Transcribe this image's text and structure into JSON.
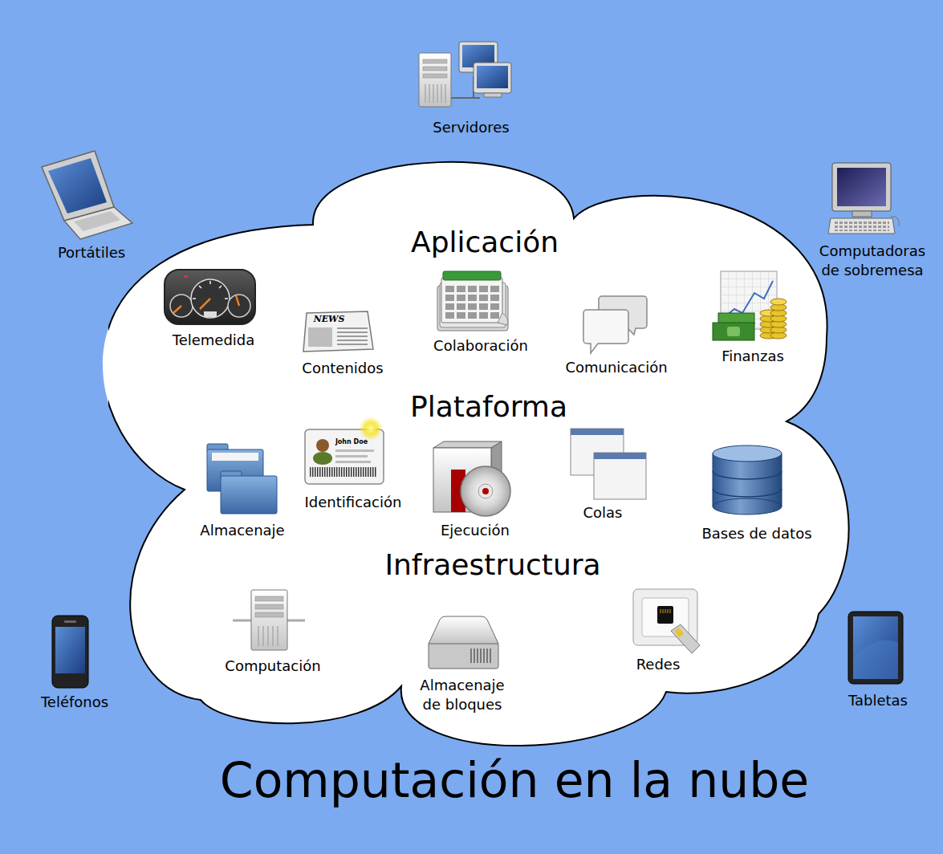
{
  "diagram": {
    "title": "Computación en la nube",
    "nodes": [
      {
        "text": [
          "Aplicación",
          "Plataforma",
          "Infraestructura"
        ]
      }
    ],
    "labels": [
      "Servidores",
      "Portátiles",
      "Computadoras de sobremesa",
      "Telemedida",
      "NEWS",
      "Contenidos",
      "Colaboración",
      "Comunicación",
      "Finanzas",
      "Almacenaje",
      "John Doe",
      "Identificación",
      "Ejecución",
      "Colas",
      "Bases de datos",
      "Computación",
      "Almacenaje de bloques",
      "Redes",
      "Teléfonos",
      "Tabletas"
    ]
  }
}
